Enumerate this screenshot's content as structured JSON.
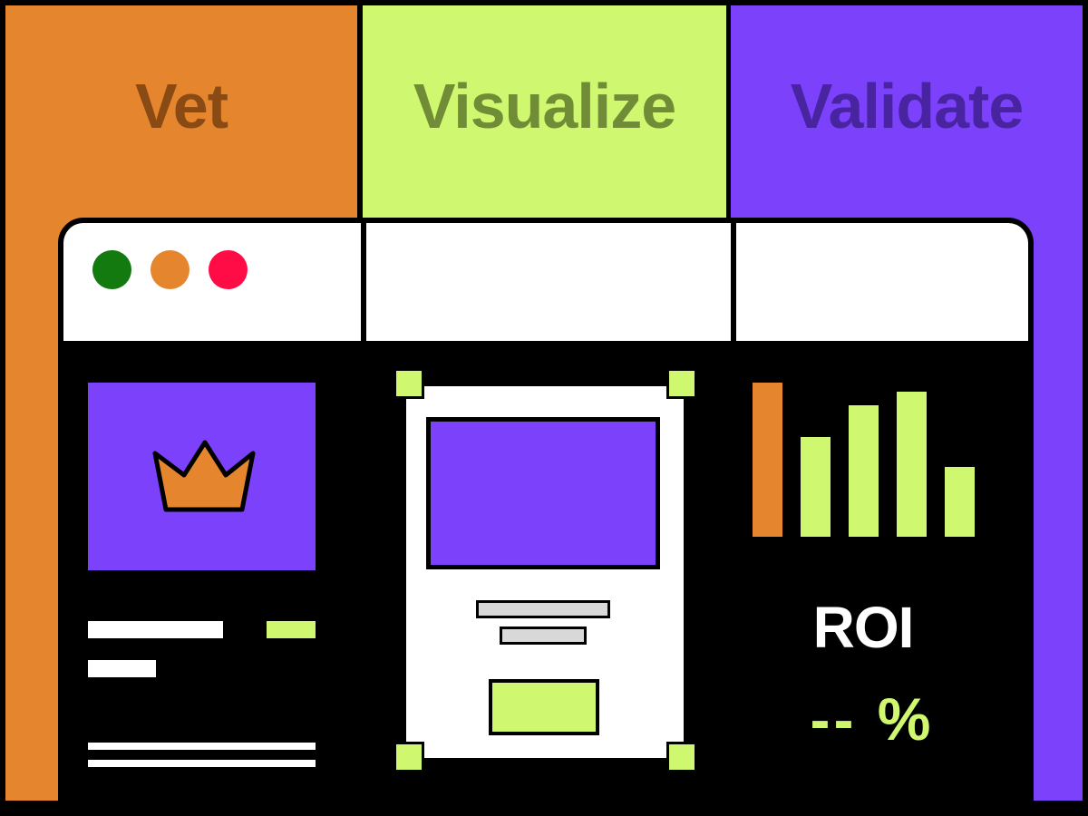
{
  "columns": {
    "vet": {
      "label": "Vet",
      "color": "#E5862E"
    },
    "visualize": {
      "label": "Visualize",
      "color": "#CFF770"
    },
    "validate": {
      "label": "Validate",
      "color": "#7C41FB"
    }
  },
  "window_controls": {
    "close_color": "#FF0B45",
    "minimize_color": "#E5862E",
    "maximize_color": "#127A0E"
  },
  "left_panel": {
    "card_icon": "crown-icon"
  },
  "right_panel": {
    "metric_label": "ROI",
    "metric_value": "-- %",
    "chart_data": {
      "type": "bar",
      "values": [
        170,
        110,
        145,
        160,
        77
      ],
      "ylim": [
        0,
        170
      ],
      "colors": [
        "#E5862E",
        "#CFF770",
        "#CFF770",
        "#CFF770",
        "#CFF770"
      ]
    }
  }
}
